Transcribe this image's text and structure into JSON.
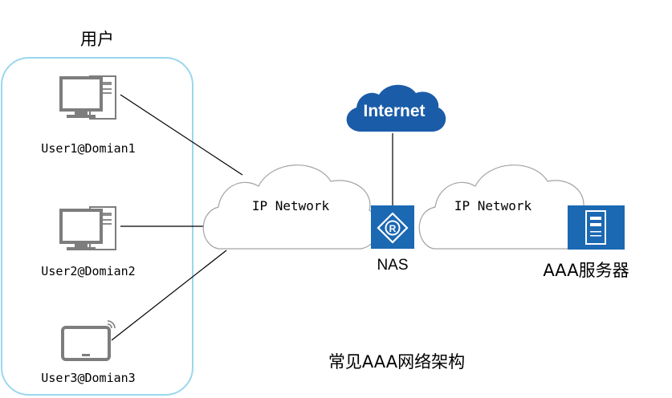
{
  "title": "常见AAA网络架构",
  "user_group": {
    "label": "用户",
    "users": [
      {
        "label": "User1@Domian1"
      },
      {
        "label": "User2@Domian2"
      },
      {
        "label": "User3@Domian3"
      }
    ]
  },
  "clouds": {
    "left": "IP Network",
    "right": "IP Network",
    "internet": "Internet"
  },
  "nas": {
    "label": "NAS"
  },
  "aaa": {
    "label": "AAA服务器"
  },
  "colors": {
    "device_blue": "#1b68b3",
    "internet_blue": "#1a5ca8",
    "group_border": "#9ad7ee",
    "pc_gray": "#8c8c8c"
  },
  "icons": [
    "desktop-computer-icon",
    "tablet-icon",
    "router-icon",
    "server-icon",
    "cloud-icon"
  ]
}
